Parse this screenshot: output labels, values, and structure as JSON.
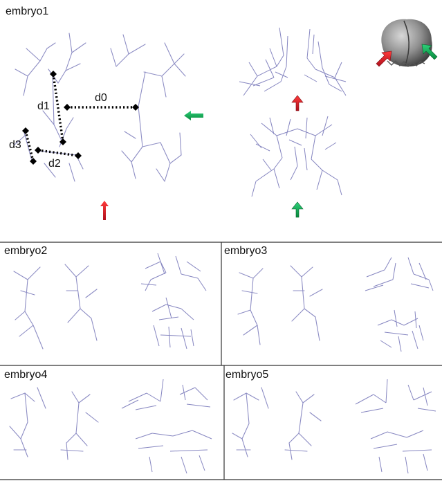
{
  "panels": {
    "main": "embryo1",
    "p2": "embryo2",
    "p3": "embryo3",
    "p4": "embryo4",
    "p5": "embryo5"
  },
  "measures": {
    "d0": "d0",
    "d1": "d1",
    "d2": "d2",
    "d3": "d3"
  },
  "colors": {
    "skeleton": "#8d8dc4",
    "red_arrow": "#d0152a",
    "green_arrow": "#0da34c",
    "measure": "#000000",
    "embryo_model": "#8a8a8a"
  },
  "icons": {
    "embryo_model": "embryo-3d-model-icon",
    "red_arrow": "red-arrow-icon",
    "green_arrow": "green-arrow-icon"
  }
}
